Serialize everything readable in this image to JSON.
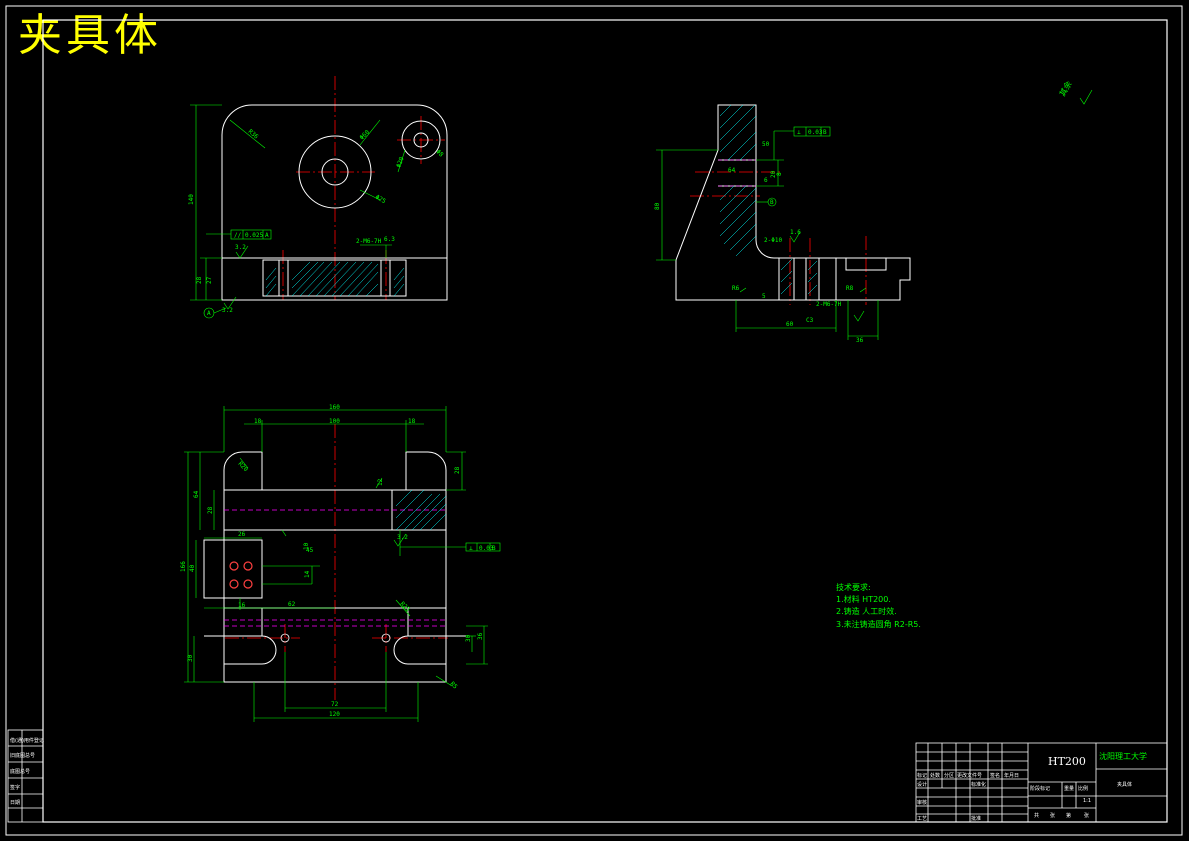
{
  "title": "夹具体",
  "colors": {
    "background": "#000000",
    "outline": "#ffffff",
    "dimension": "#00ff00",
    "centerline": "#ff0000",
    "hatch": "#00ffff",
    "hidden": "#ff00ff",
    "title": "#ffff00"
  },
  "front_view": {
    "dims": {
      "r_corner": "R36",
      "dia_big": "Φ60",
      "dia_hole": "Φ25",
      "dia_small": "Φ20",
      "dia_small2": "Φ8",
      "height": "140",
      "h28": "28",
      "h27": "27",
      "thread": "2-M6-7H",
      "depth": "6.3",
      "ra": "3.2",
      "ra2": "3.2"
    },
    "tolerance": [
      "//",
      "0.025",
      "A"
    ],
    "datum": "A"
  },
  "side_view": {
    "dims": {
      "h80": "80",
      "h20": "20",
      "h8": "8",
      "w5": "5",
      "w50": "50",
      "w6": "6",
      "w64": "64",
      "w60": "60",
      "hole": "2-Φ10",
      "thread": "2-M6-7H",
      "c3": "C3",
      "ra16": "1.6",
      "r6": "R6",
      "r8": "R8",
      "w36": "36"
    },
    "tolerance": [
      "⊥",
      "0.03",
      "B"
    ],
    "datum": "B"
  },
  "top_view": {
    "dims": {
      "w160": "160",
      "w18a": "18",
      "w100": "100",
      "w18b": "18",
      "h28": "28",
      "r20": "R20",
      "h64": "64",
      "h28b": "28",
      "h12": "12",
      "w26": "26",
      "h40": "40",
      "h10": "10",
      "h14": "14",
      "w16": "16",
      "w62": "62",
      "h166": "166",
      "h30": "30",
      "h36": "36",
      "h30b": "30",
      "w72": "72",
      "w120": "120",
      "r25": "R25",
      "r5": "R5",
      "h45": "45",
      "ra3": "3.2"
    },
    "tolerance": [
      "⊥",
      "0.03",
      "B"
    ]
  },
  "roughness_note": "其余",
  "tech_requirements": {
    "heading": "技术要求:",
    "items": [
      "1.材料 HT200.",
      "2.铸造 人工时效.",
      "3.未注铸造圆角 R2-R5."
    ]
  },
  "title_block": {
    "material": "HT200",
    "school": "沈阳理工大学",
    "part_name": "夹具体",
    "scale": "1:1",
    "cells": [
      "标记",
      "处数",
      "分区",
      "更改文件号",
      "签名",
      "年月日",
      "设计",
      "标准化",
      "审核",
      "工艺",
      "批准",
      "阶段标记",
      "重量",
      "比例",
      "共",
      "张",
      "第",
      "张"
    ]
  },
  "left_strip": {
    "cells": [
      "借(通)用件登记",
      "旧底图总号",
      "底图总号",
      "签字",
      "日期"
    ]
  }
}
